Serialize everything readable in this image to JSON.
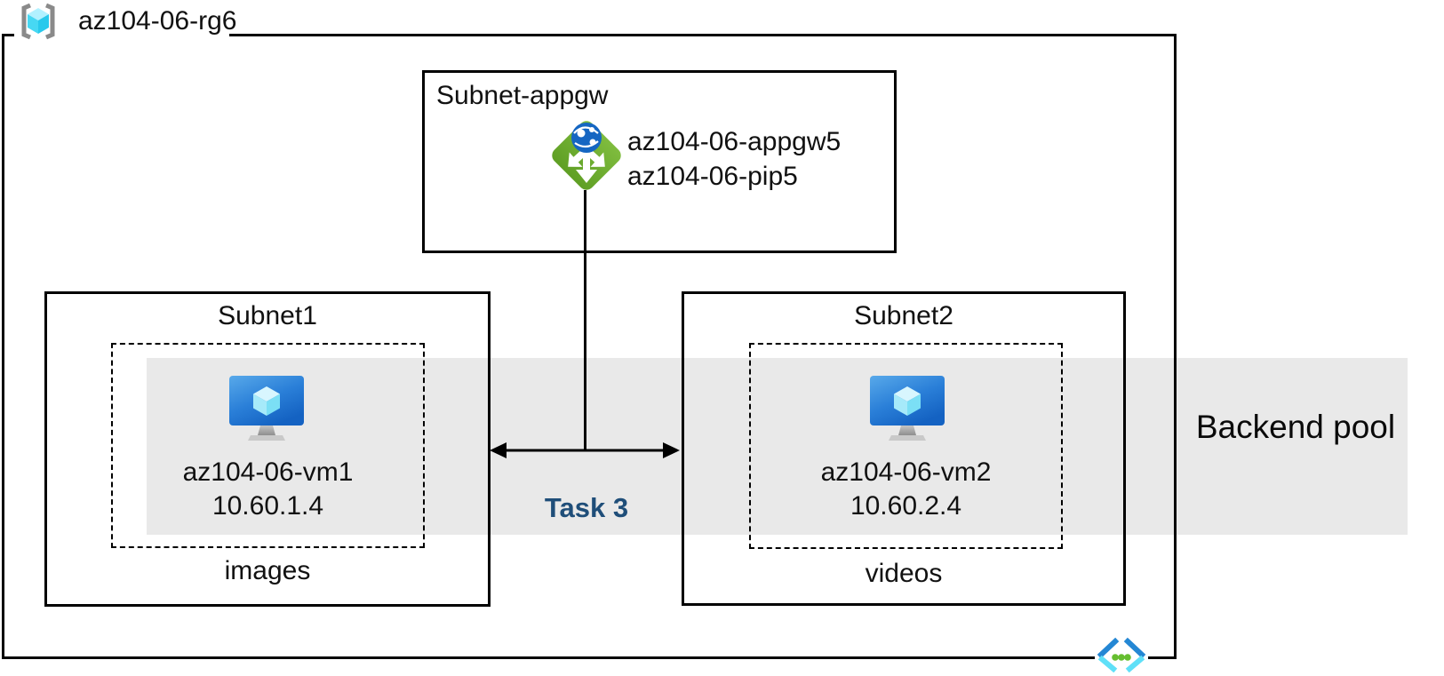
{
  "resource_group": {
    "label": "az104-06-rg6"
  },
  "appgw_subnet": {
    "title": "Subnet-appgw",
    "gateway_name": "az104-06-appgw5",
    "public_ip_name": "az104-06-pip5"
  },
  "subnet1": {
    "title": "Subnet1",
    "vm_name": "az104-06-vm1",
    "vm_ip": "10.60.1.4",
    "storage_label": "images"
  },
  "subnet2": {
    "title": "Subnet2",
    "vm_name": "az104-06-vm2",
    "vm_ip": "10.60.2.4",
    "storage_label": "videos"
  },
  "task": {
    "label": "Task 3"
  },
  "backend_pool": {
    "label": "Backend pool"
  },
  "icons": {
    "resource_group": "azure-resource-group-icon",
    "application_gateway": "azure-application-gateway-icon",
    "virtual_machine": "azure-virtual-machine-icon",
    "virtual_network": "azure-virtual-network-icon"
  },
  "colors": {
    "backend_band": "#E9E9E9",
    "task_label": "#1F4E79",
    "appgw_green": "#6FA82F",
    "vm_blue": "#1E6FD0",
    "cube_cyan": "#47D8F3",
    "vnet_blue": "#2487D4",
    "vnet_cyan": "#5FE0F8",
    "dot_green": "#66BE30",
    "line_black": "#000000"
  }
}
